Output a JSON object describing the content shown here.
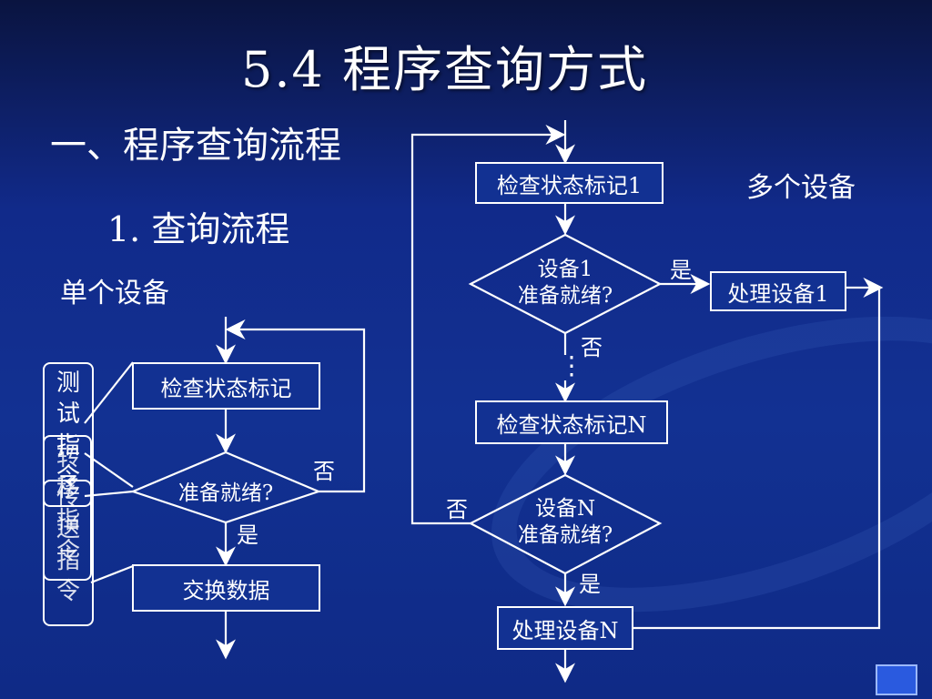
{
  "title": "5.4   程序查询方式",
  "section": "一、程序查询流程",
  "subsection": "1. 查询流程",
  "single": {
    "label": "单个设备",
    "check_box": "检查状态标记",
    "decision": "准备就绪?",
    "no": "否",
    "yes": "是",
    "exchange": "交换数据",
    "side_text_a": "测试指令",
    "side_text_b": "转移指令",
    "side_text_c": "传送指令"
  },
  "multi": {
    "label": "多个设备",
    "check1": "检查状态标记1",
    "dec1_line1": "设备1",
    "dec1_line2": "准备就绪?",
    "yes1": "是",
    "proc1": "处理设备1",
    "no1": "否",
    "ellipsis": "⋮",
    "checkN": "检查状态标记N",
    "decN_line1": "设备N",
    "decN_line2": "准备就绪?",
    "noN": "否",
    "yesN": "是",
    "procN": "处理设备N"
  },
  "nav_icon": "next-slide-icon"
}
